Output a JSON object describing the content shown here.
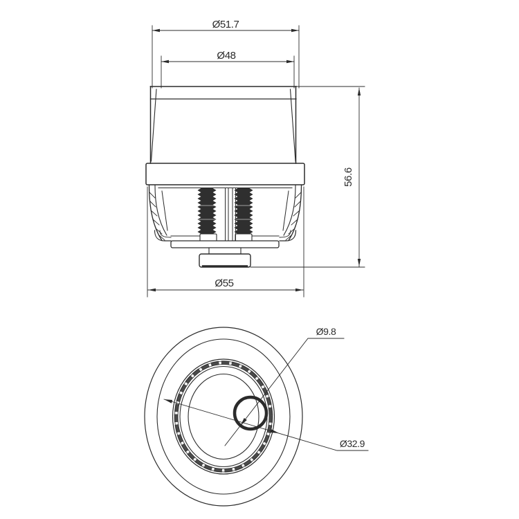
{
  "page": {
    "background": "#ffffff",
    "stroke_color": "#2b2b2b"
  },
  "drawing": {
    "type": "technical-drawing",
    "views": {
      "front": {
        "name": "front-elevation",
        "dims": {
          "dia_top_outer": "Ø51.7",
          "dia_top_inner": "Ø48",
          "height": "56.6",
          "dia_flange": "Ø55"
        }
      },
      "bottom": {
        "name": "bottom-view",
        "dims": {
          "dia_hole": "Ø9.8",
          "dia_inner_ring": "Ø32.9"
        }
      }
    }
  }
}
